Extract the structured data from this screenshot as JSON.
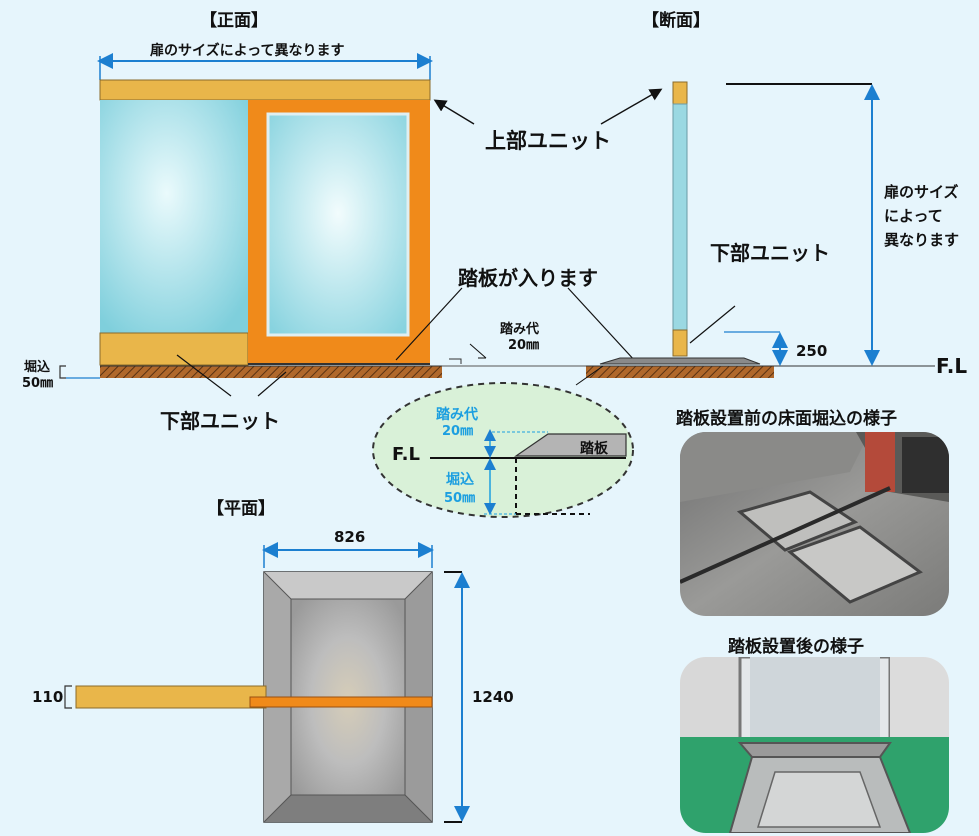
{
  "headings": {
    "front": "【正面】",
    "section": "【断面】",
    "plan": "【平面】"
  },
  "front": {
    "width_note": "扉のサイズによって異なります",
    "upper_unit": "上部ユニット",
    "lower_unit": "下部ユニット",
    "tread_note": "踏板が入ります",
    "step_margin": "踏み代",
    "step_margin_value": "20㎜",
    "pit_label": "堀込",
    "pit_value": "50㎜"
  },
  "section": {
    "lower_unit": "下部ユニット",
    "height_note": [
      "扉のサイズ",
      "によって",
      "異なります"
    ],
    "dim_250": "250",
    "floor_line": "F.L"
  },
  "detail": {
    "floor_line": "F.L",
    "step_margin": "踏み代",
    "step_value": "20㎜",
    "pit_label": "堀込",
    "pit_value": "50㎜",
    "tread": "踏板"
  },
  "plan": {
    "width": "826",
    "height": "1240",
    "rail": "110"
  },
  "photos": {
    "before_caption": "踏板設置前の床面堀込の様子",
    "after_caption": "踏板設置後の様子"
  },
  "colors": {
    "background": "#e6f5fc",
    "unit": "#e9b64a",
    "frame": "#f08a1a",
    "glass": "#8fd6e0",
    "dimension": "#1c7fd0",
    "ground": "#b56a2a"
  }
}
